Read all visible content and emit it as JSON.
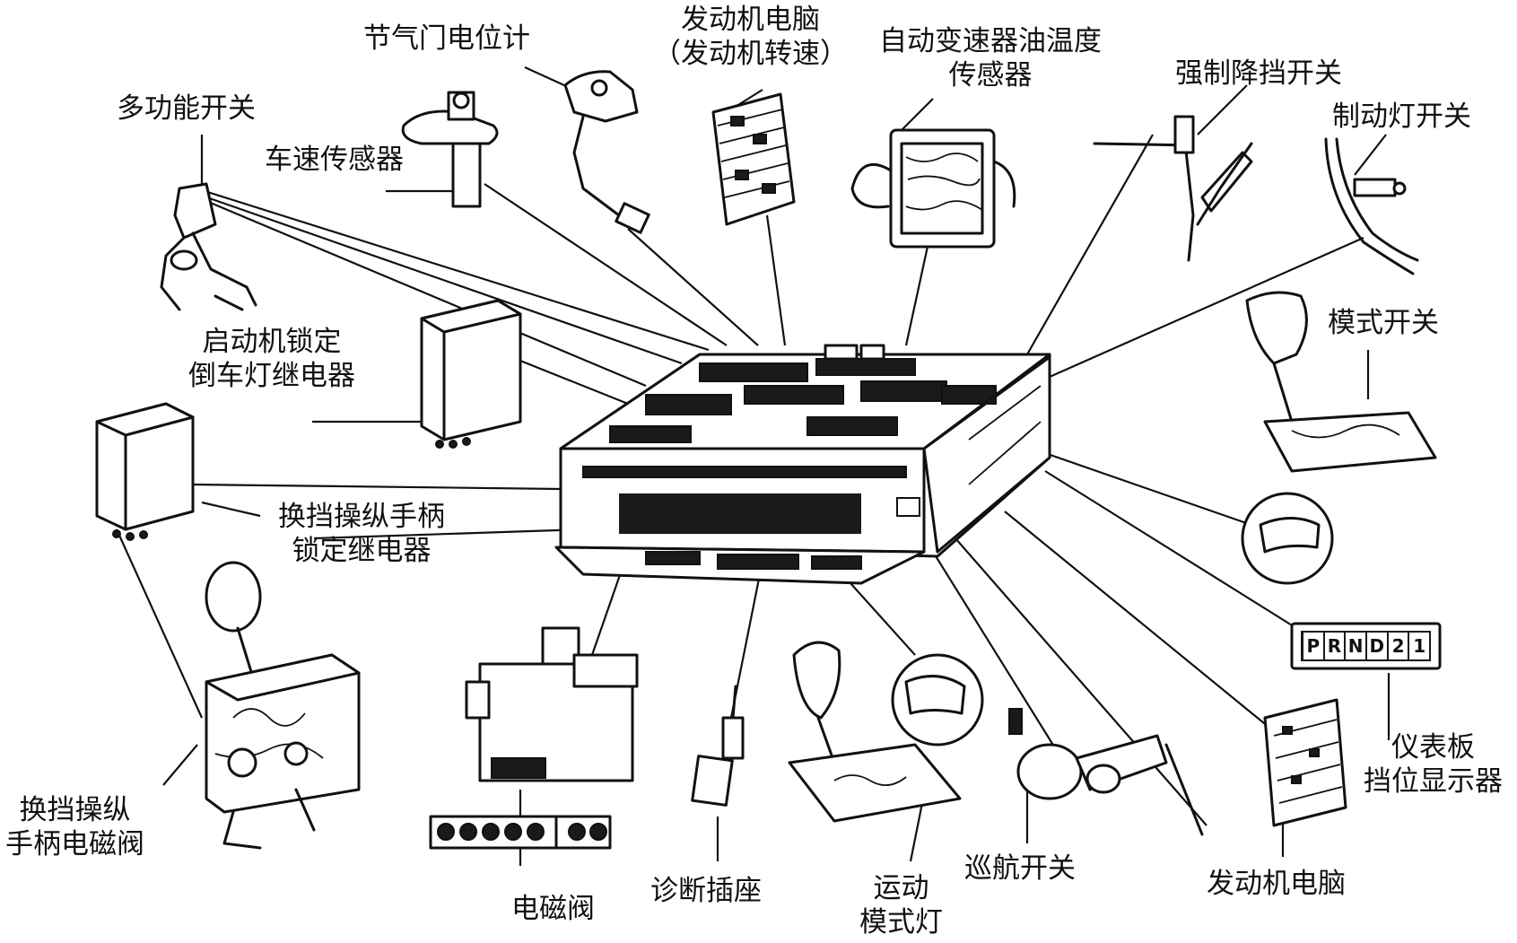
{
  "labels": {
    "throttle_sensor": "节气门电位计",
    "engine_ecu_top_l1": "发动机电脑",
    "engine_ecu_top_l2": "（发动机转速）",
    "atf_temp_l1": "自动变速器油温度",
    "atf_temp_l2": "传感器",
    "kickdown": "强制降挡开关",
    "brake_light": "制动灯开关",
    "multi_switch": "多功能开关",
    "speed_sensor": "车速传感器",
    "starter_relay_l1": "启动机锁定",
    "starter_relay_l2": "倒车灯继电器",
    "mode_switch": "模式开关",
    "shift_lock_relay_l1": "换挡操纵手柄",
    "shift_lock_relay_l2": "锁定继电器",
    "shift_solenoid_l1": "换挡操纵",
    "shift_solenoid_l2": "手柄电磁阀",
    "solenoid_valve": "电磁阀",
    "diag_connector": "诊断插座",
    "sport_lamp_l1": "运动",
    "sport_lamp_l2": "模式灯",
    "cruise_switch": "巡航开关",
    "engine_ecu_bottom": "发动机电脑",
    "gear_display_l1": "仪表板",
    "gear_display_l2": "挡位显示器"
  },
  "gear_indicator": [
    "P",
    "R",
    "N",
    "D",
    "2",
    "1"
  ]
}
